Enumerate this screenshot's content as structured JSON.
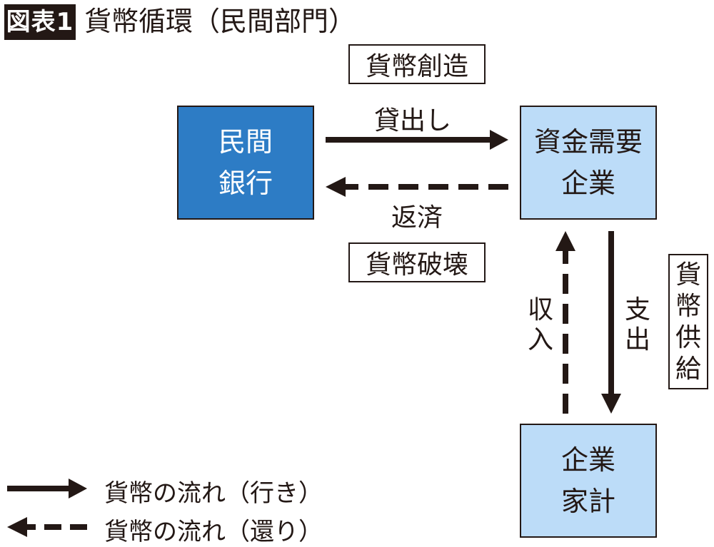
{
  "header": {
    "badge": "図表1",
    "title": "貨幣循環（民間部門）"
  },
  "labels": {
    "money_creation": "貨幣創造",
    "money_destruction": "貨幣破壊",
    "money_supply": "貨幣供給"
  },
  "nodes": {
    "bank": {
      "line1": "民間",
      "line2": "銀行"
    },
    "company": {
      "line1": "資金需要",
      "line2": "企業"
    },
    "household": {
      "line1": "企業",
      "line2": "家計"
    }
  },
  "arrows": {
    "loan": "貸出し",
    "repayment": "返済",
    "income": "収入",
    "spending": "支出"
  },
  "legend": {
    "solid": "貨幣の流れ（行き）",
    "dashed": "貨幣の流れ（還り）"
  },
  "colors": {
    "ink": "#231815",
    "bank_fill": "#2d7cc5",
    "node_fill": "#bcdcf8"
  }
}
